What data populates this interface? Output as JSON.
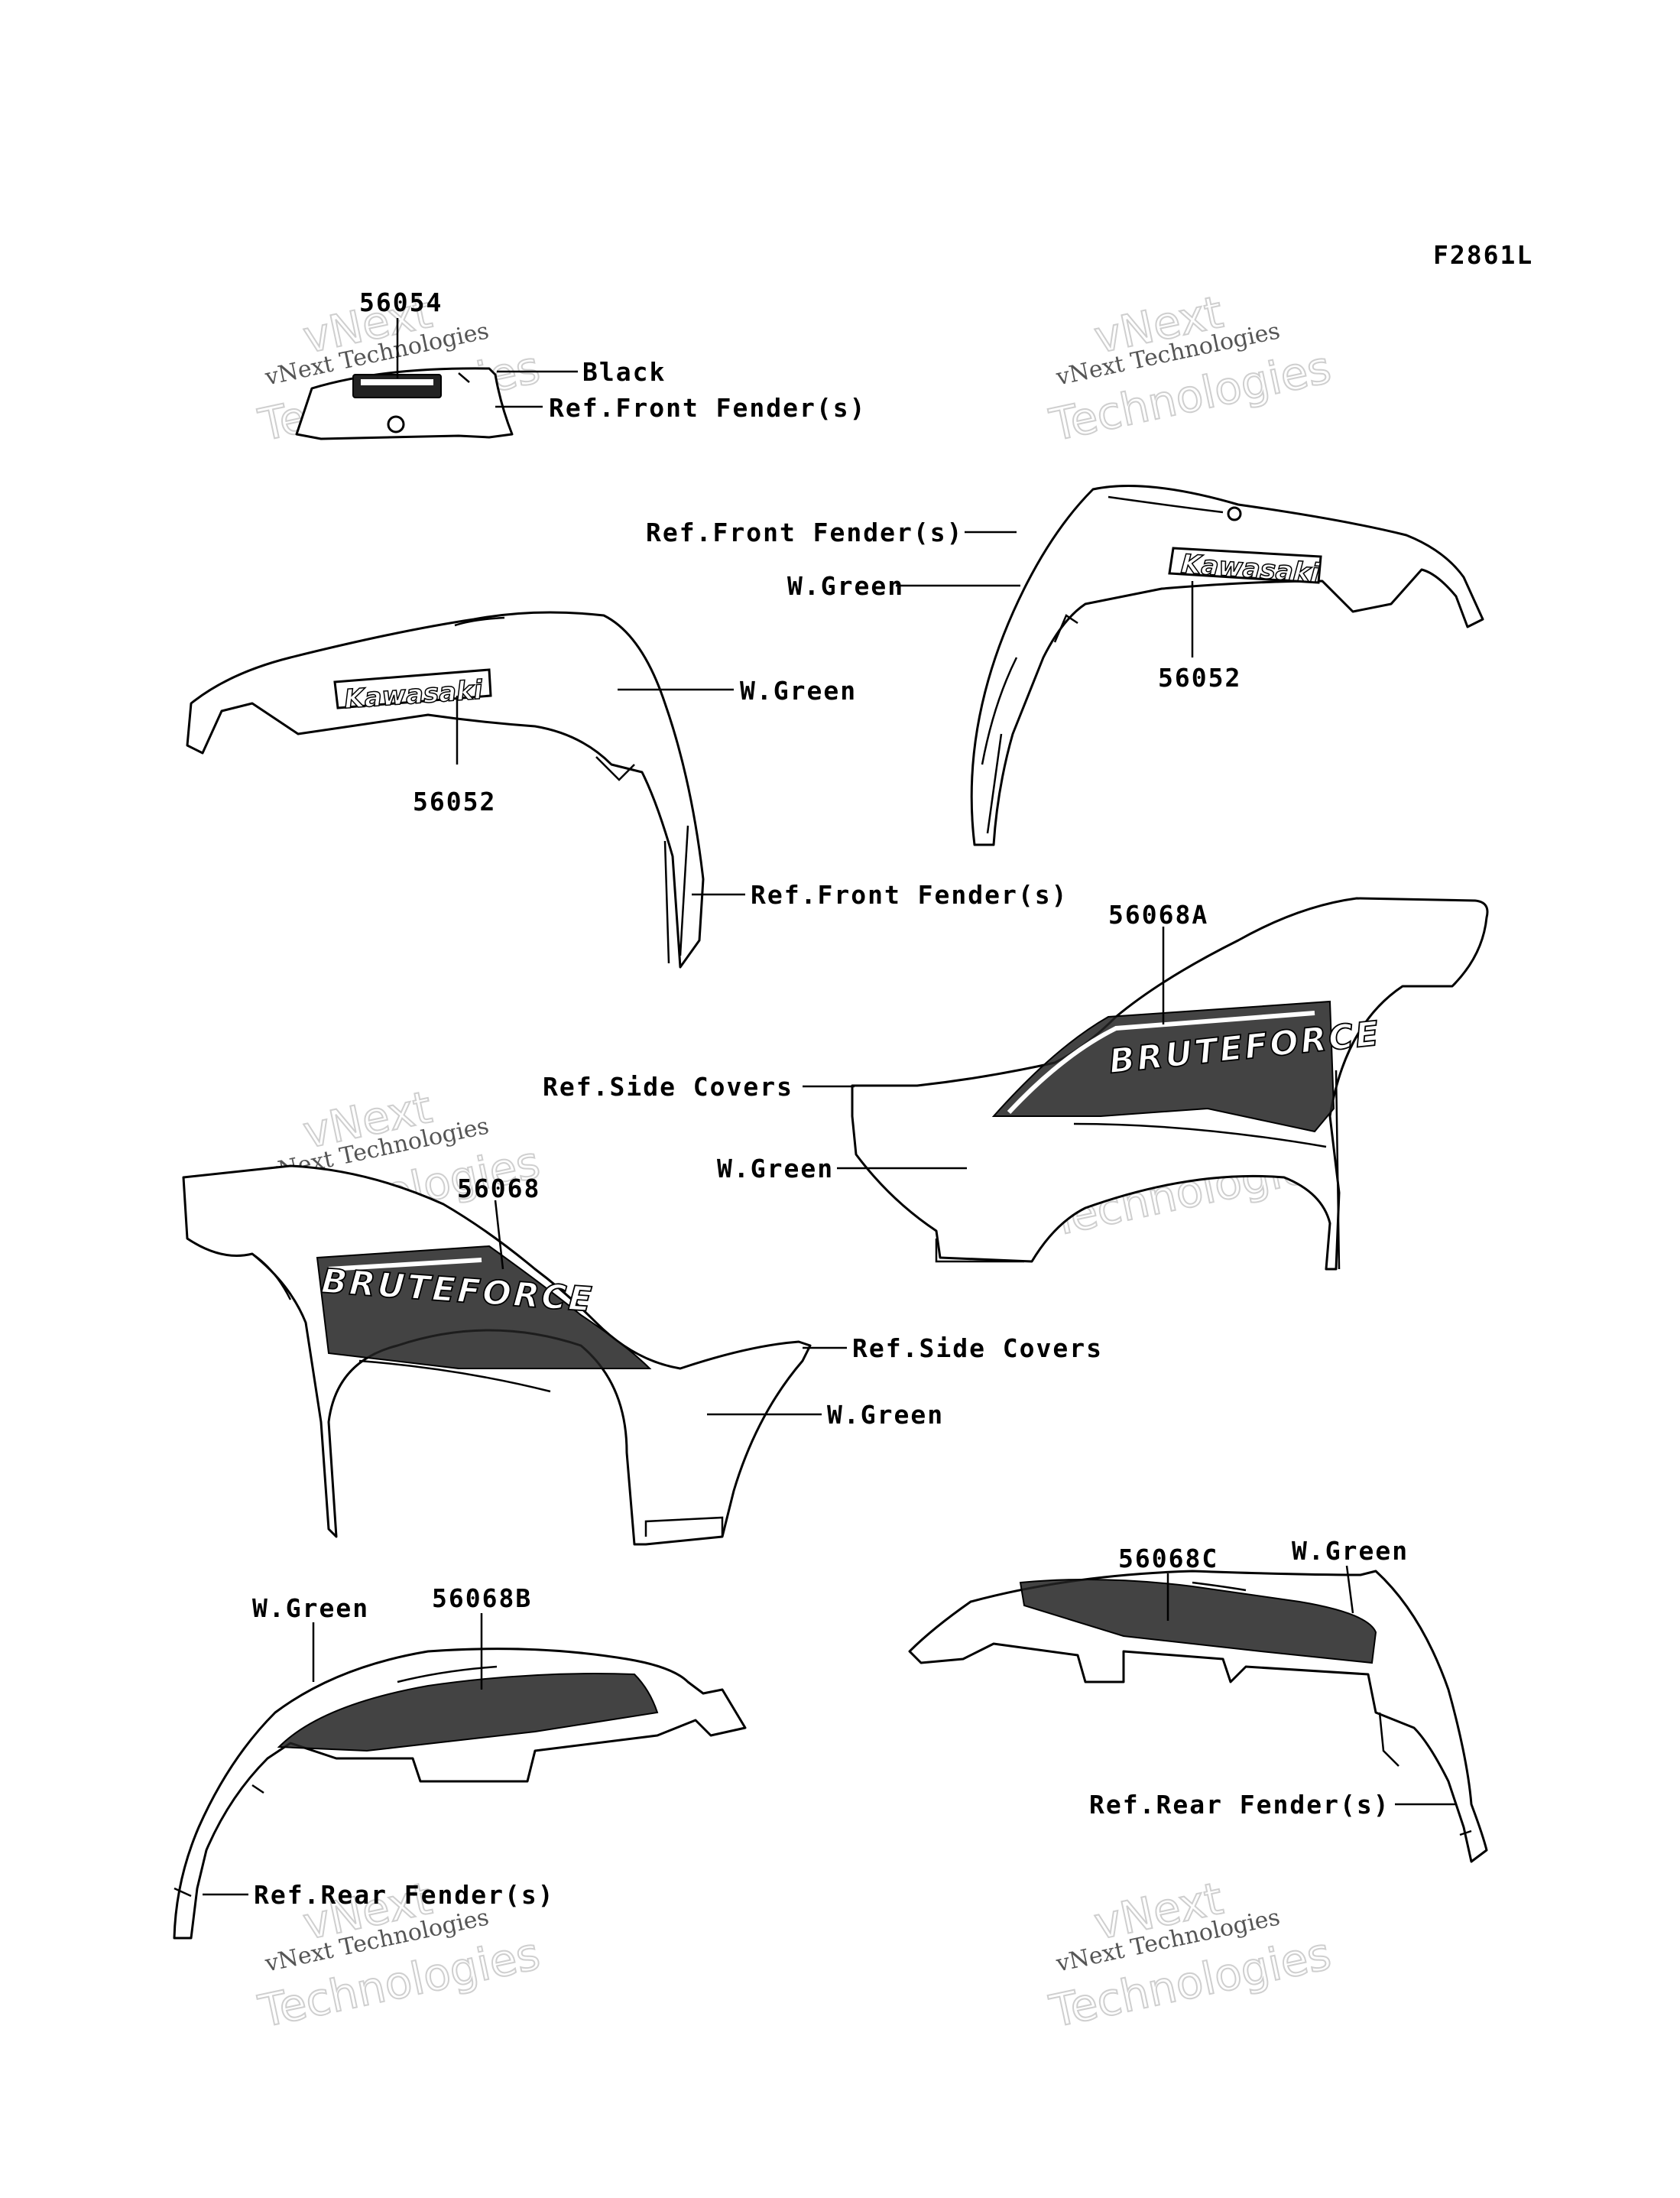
{
  "figure_code": "F2861L",
  "parts": {
    "p56054": "56054",
    "p56052_left": "56052",
    "p56052_right": "56052",
    "p56068A": "56068A",
    "p56068": "56068",
    "p56068B": "56068B",
    "p56068C": "56068C"
  },
  "labels": {
    "black": "Black",
    "ref_front_fender": "Ref.Front Fender(s)",
    "w_green": "W.Green",
    "ref_side_covers": "Ref.Side Covers",
    "ref_rear_fender": "Ref.Rear Fender(s)"
  },
  "decals": {
    "kawasaki": "Kawasaki",
    "brute_force": "BRUTEFORCE"
  },
  "watermark": {
    "line1": "vNext Technologies",
    "big1": "vNext",
    "big2": "Technologies"
  }
}
